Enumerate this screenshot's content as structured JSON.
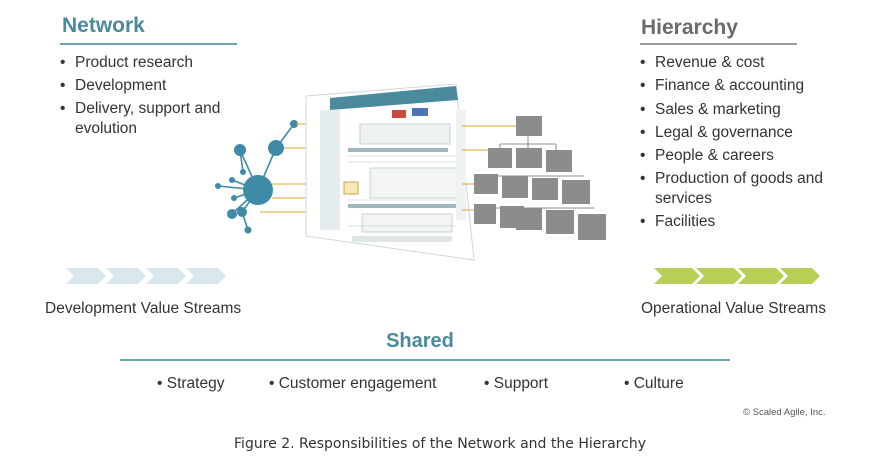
{
  "network": {
    "title": "Network",
    "items": [
      "Product research",
      "Development",
      "Delivery, support and evolution"
    ]
  },
  "hierarchy": {
    "title": "Hierarchy",
    "items": [
      "Revenue & cost",
      "Finance & accounting",
      "Sales & marketing",
      "Legal & governance",
      "People & careers",
      "Production of goods and services",
      "Facilities"
    ]
  },
  "streams": {
    "development_label": "Development Value Streams",
    "operational_label": "Operational Value Streams"
  },
  "shared": {
    "title": "Shared",
    "items": [
      "Strategy",
      "Customer engagement",
      "Support",
      "Culture"
    ]
  },
  "copyright": "© Scaled Agile, Inc.",
  "caption": "Figure 2. Responsibilities of the Network and the Hierarchy",
  "colors": {
    "network_teal": "#4a8a9c",
    "node_blue": "#3f8aa6",
    "dev_stream": "#d9e8ec",
    "ops_stream": "#b8cf55",
    "org_box": "#8c8c8c",
    "connector": "#e0a531"
  }
}
